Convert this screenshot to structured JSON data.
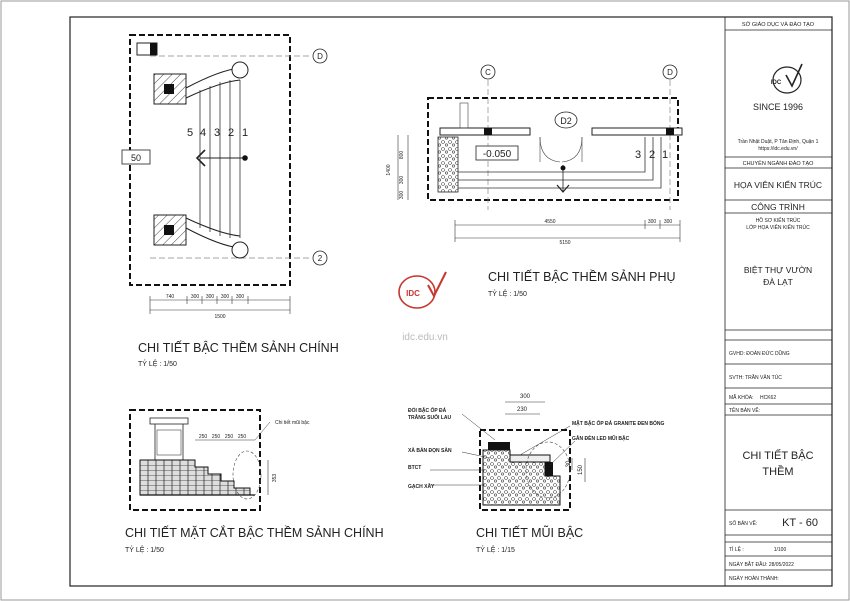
{
  "title_block": {
    "department": "SỞ GIÁO DỤC VÀ ĐÀO TẠO",
    "logo_text": "IDC",
    "since": "SINCE 1996",
    "address": "Trần Nhật Duật, P Tân Định, Quận 1",
    "website": "https://idc.edu.vn/",
    "program_label": "CHUYÊN NGÀNH ĐÀO TẠO",
    "program": "HỌA VIÊN KIẾN TRÚC",
    "project_label": "CÔNG TRÌNH",
    "project_sub1": "HỒ SƠ KIẾN TRÚC",
    "project_sub2": "LỚP HỌA VIÊN KIẾN TRÚC",
    "project_name_1": "BIỆT THỰ VƯỜN",
    "project_name_2": "ĐÀ LẠT",
    "gvhd": "GVHD: ĐOÀN ĐỨC DŨNG",
    "svth": "SVTH: TRẦN VĂN TÚC",
    "ma_khoa_label": "MÃ KHÓA:",
    "ma_khoa": "HCK62",
    "drawing_label": "TÊN BẢN VẼ:",
    "drawing_name_1": "CHI TIẾT BẬC",
    "drawing_name_2": "THỀM",
    "sheet_no_label": "SỐ BẢN VẼ:",
    "sheet_no": "KT - 60",
    "scale_label": "TỈ LỆ :",
    "scale": "1/100",
    "start_date": "NGÀY BẮT ĐẦU: 28/05/2022",
    "end_date": "NGÀY HOÀN THÀNH:"
  },
  "watermark": {
    "logo": "IDC",
    "url": "idc.edu.vn"
  },
  "main_stair": {
    "title": "CHI TIẾT BẬC THỀM SẢNH CHÍNH",
    "scale": "TỶ LỆ : 1/50",
    "step_numbers": [
      "5",
      "4",
      "3",
      "2",
      "1"
    ],
    "grid_top": "D",
    "grid_bottom": "2",
    "side_label": "50",
    "dims": [
      "740",
      "300",
      "300",
      "300",
      "300"
    ],
    "total": "1500"
  },
  "side_stair": {
    "title": "CHI TIẾT BẬC THỀM SẢNH PHỤ",
    "scale": "TỶ LỆ : 1/50",
    "level": "-0.050",
    "door_tag": "D2",
    "step_numbers": [
      "3",
      "2",
      "1"
    ],
    "grid_left": "C",
    "grid_right": "D",
    "dims_top": "4550",
    "dims_right_1": "300",
    "dims_right_2": "300",
    "total": "5150",
    "vdims": [
      "1400",
      "800",
      "300",
      "300"
    ]
  },
  "section": {
    "title": "CHI TIẾT MẶT CẮT BẬC THỀM SẢNH CHÍNH",
    "scale": "TỶ LỆ : 1/50",
    "callout": "Chi tiết mũi bậc",
    "dims": [
      "250",
      "250",
      "250",
      "250"
    ],
    "height": "353"
  },
  "nosing": {
    "title": "CHI TIẾT MŨI BẬC",
    "scale": "TỶ LỆ : 1/15",
    "w1": "300",
    "w2": "230",
    "h1": "150",
    "h2": "30",
    "note_l1": "ĐỔI BẬC ỐP ĐÁ",
    "note_l1b": "TRẮNG SUỐI LAU",
    "note_l2": "XÀ BẢN ĐỌN SÀN",
    "note_l3": "BTCT",
    "note_l4": "GẠCH XÂY",
    "note_r1": "MẶT BẬC ỐP ĐÁ GRANITE ĐEN BÓNG",
    "note_r2": "GẮN ĐÈN LED MŨI BẬC"
  }
}
